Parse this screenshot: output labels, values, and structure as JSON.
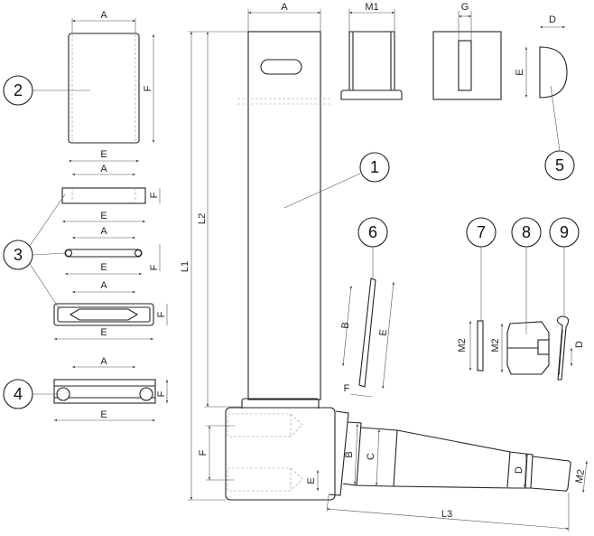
{
  "drawing": {
    "balloons": [
      "1",
      "2",
      "3",
      "4",
      "5",
      "6",
      "7",
      "8",
      "9"
    ],
    "dims": {
      "A": "A",
      "E": "E",
      "F": "F",
      "B": "B",
      "C": "C",
      "D": "D",
      "G": "G",
      "L1": "L1",
      "L2": "L2",
      "L3": "L3",
      "M1": "M1",
      "M2": "M2"
    },
    "colors": {
      "line": "#222222",
      "dim": "#555555",
      "hidden": "#999999"
    }
  }
}
